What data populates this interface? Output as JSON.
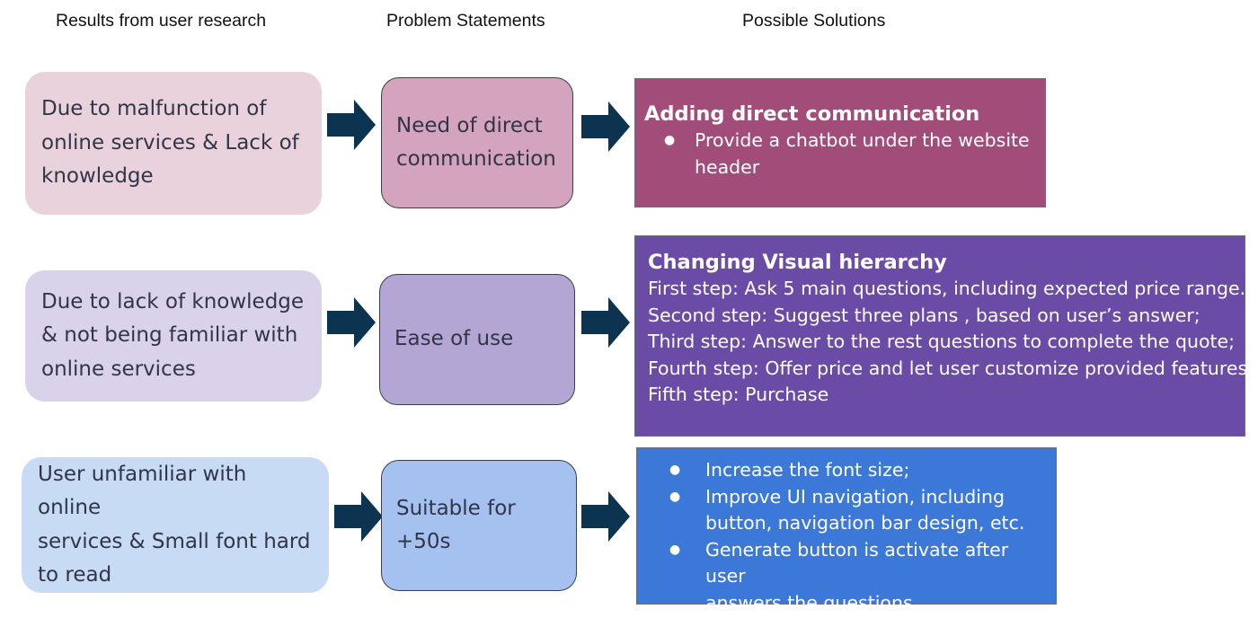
{
  "headers": {
    "findings": "Results from user research",
    "problems": "Problem Statements",
    "solutions": "Possible Solutions"
  },
  "colors": {
    "row1_finding": "#ead2dd",
    "row1_problem": "#d4a3be",
    "row1_solution": "#a24d79",
    "row2_finding": "#d9d2ea",
    "row2_problem": "#b3a6d4",
    "row2_solution": "#6a4ba6",
    "row3_finding": "#c7dbf4",
    "row3_problem": "#a4c1ef",
    "row3_solution": "#3c78d8",
    "arrow": "#0c3450"
  },
  "rows": [
    {
      "finding": [
        "Due to malfunction of",
        "online services & Lack of",
        "knowledge"
      ],
      "problem": [
        "Need of direct",
        "communication"
      ],
      "solution": {
        "title": "Adding direct communication",
        "bullets": [
          [
            "Provide a chatbot under the website",
            "header"
          ]
        ]
      }
    },
    {
      "finding": [
        "Due to lack of knowledge",
        "& not being familiar with",
        "online services"
      ],
      "problem": [
        "Ease of use"
      ],
      "solution": {
        "title": "Changing Visual hierarchy",
        "lines": [
          "First step: Ask 5 main questions, including expected price range.",
          "Second step: Suggest three plans , based on user’s answer;",
          "Third step: Answer to the rest questions to complete the quote;",
          "Fourth step:  Offer price and let user customize provided features;",
          "Fifth step: Purchase"
        ]
      }
    },
    {
      "finding": [
        "User unfamiliar with online",
        "services  & Small font hard",
        "to read"
      ],
      "problem": [
        "Suitable for",
        "+50s"
      ],
      "solution": {
        "bullets": [
          [
            "Increase the font size;"
          ],
          [
            "Improve UI navigation, including",
            "button, navigation bar design, etc."
          ],
          [
            "Generate button is activate after user",
            "answers the questions."
          ]
        ]
      }
    }
  ]
}
